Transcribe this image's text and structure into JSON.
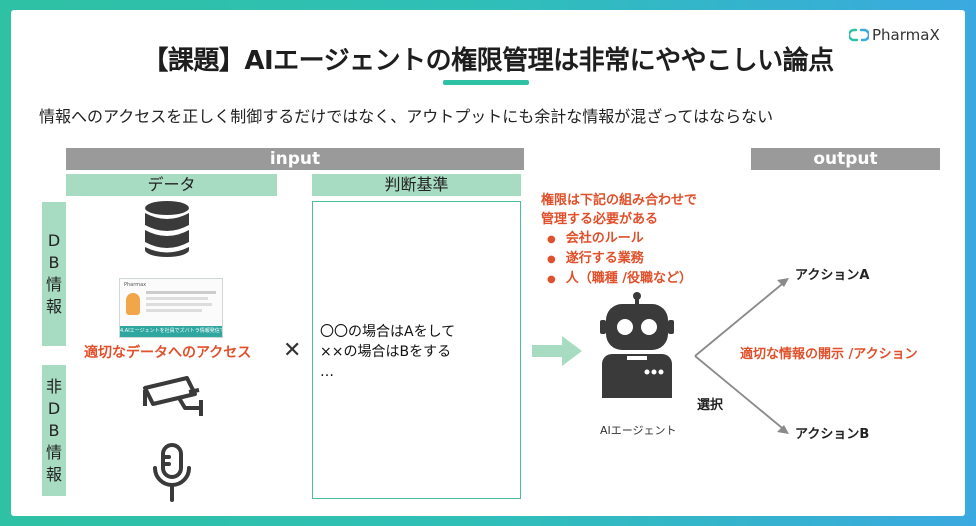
{
  "title": "【課題】AIエージェントの権限管理は非常にややこしい論点",
  "brand": {
    "name": "PharmaX",
    "accent": "#2fc1a4"
  },
  "subtitle": "情報へのアクセスを正しく制御するだけではなく、アウトプットにも余計な情報が混ざってはならない",
  "input": {
    "header": "input",
    "data_header": "データ",
    "criteria_header": "判断基準",
    "db_label": "DB情報",
    "non_db_label": "非DB情報",
    "access_label": "適切なデータへのアクセス",
    "thumbnail_caption": "4.AIエージェントを社員でズバトラ情報発信で非相",
    "thumbnail_title": "Pharmax",
    "times_symbol": "✕",
    "criteria_lines": [
      "〇〇の場合はAをして",
      "××の場合はBをする",
      "…"
    ]
  },
  "permission": {
    "heading_lines": [
      "権限は下記の組み合わせで",
      "管理する必要がある"
    ],
    "items": [
      "会社のルール",
      "遂行する業務",
      "人（職種 /役職など）"
    ]
  },
  "agent_label": "AIエージェント",
  "select_label": "選択",
  "output": {
    "header": "output",
    "action_a": "アクションA",
    "action_b": "アクションB",
    "disclosure": "適切な情報の開示 /アクション"
  },
  "colors": {
    "gray_band": "#9a9a9a",
    "green_band": "#a8dcc2",
    "red_text": "#e0502a",
    "icon_dark": "#3a3a3a"
  },
  "icons": [
    "database-icon",
    "cctv-camera-icon",
    "microphone-icon",
    "robot-icon",
    "arrow-right-icon"
  ]
}
